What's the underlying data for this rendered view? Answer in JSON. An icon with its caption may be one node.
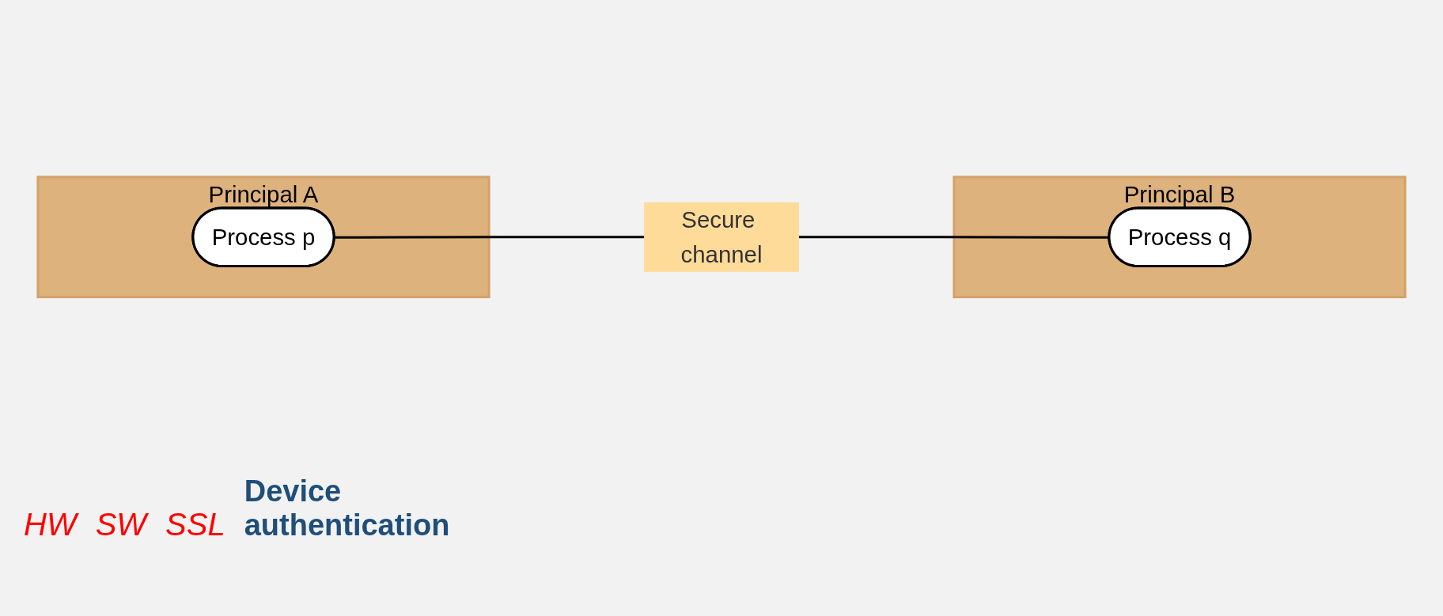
{
  "diagram": {
    "nodes": [
      {
        "text": [
          "Principal A"
        ]
      },
      {
        "text": [
          "Process p"
        ],
        "in": 0
      },
      {
        "text": [
          "Principal B"
        ]
      },
      {
        "text": [
          "Process q"
        ],
        "in": 2
      }
    ],
    "edges": [
      {
        "from": 1,
        "to": 3,
        "arrow": "none",
        "label": "Secure channel"
      }
    ],
    "labels": [
      "HW",
      "SW",
      "SSL",
      "Device authentication"
    ]
  }
}
